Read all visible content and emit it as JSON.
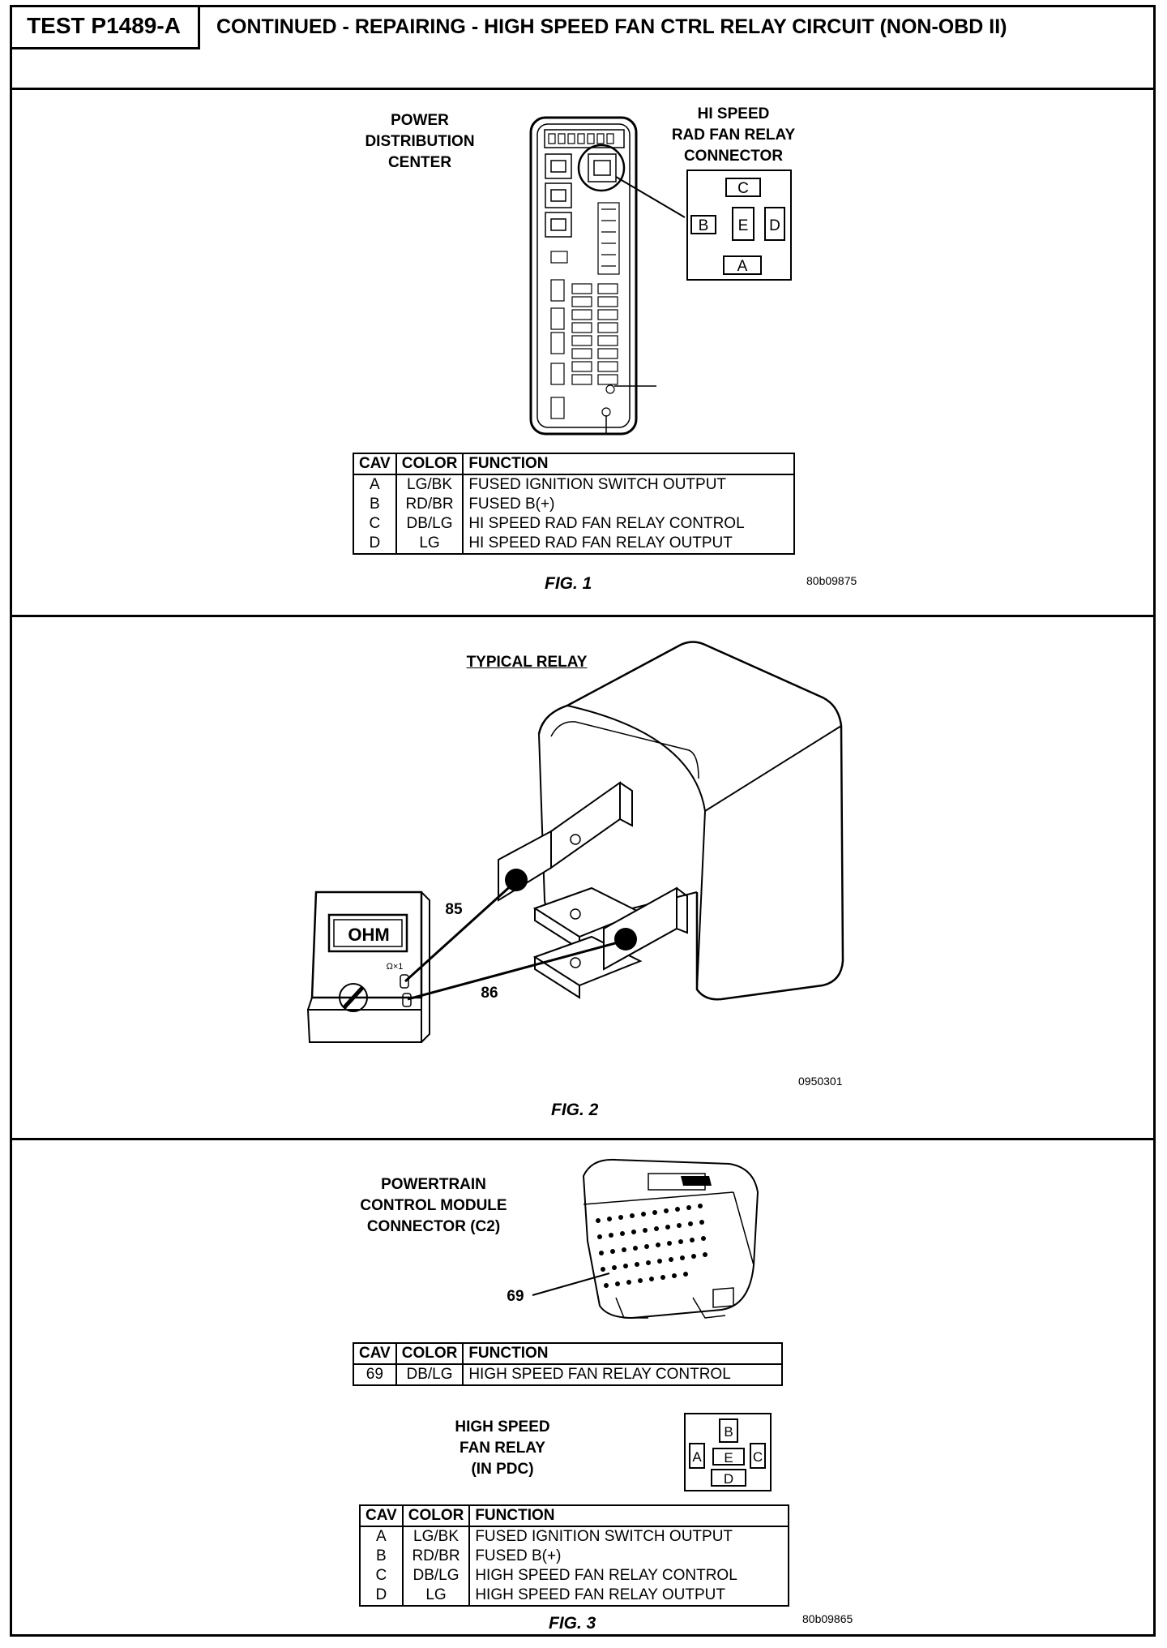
{
  "header": {
    "test_id": "TEST P1489-A",
    "title": "CONTINUED - REPAIRING - HIGH SPEED FAN CTRL RELAY CIRCUIT (NON-OBD II)"
  },
  "fig1": {
    "pdc_label": "POWER\nDISTRIBUTION\nCENTER",
    "relay_connector_label": "HI SPEED\nRAD FAN RELAY\nCONNECTOR",
    "pins": [
      "C",
      "B",
      "E",
      "D",
      "A"
    ],
    "table": {
      "headers": [
        "CAV",
        "COLOR",
        "FUNCTION"
      ],
      "rows": [
        [
          "A",
          "LG/BK",
          "FUSED IGNITION SWITCH OUTPUT"
        ],
        [
          "B",
          "RD/BR",
          "FUSED B(+)"
        ],
        [
          "C",
          "DB/LG",
          "HI SPEED RAD FAN RELAY CONTROL"
        ],
        [
          "D",
          "LG",
          "HI SPEED RAD FAN RELAY OUTPUT"
        ]
      ]
    },
    "caption": "FIG. 1",
    "code": "80b09875"
  },
  "fig2": {
    "title": "TYPICAL RELAY",
    "meter_display": "OHM",
    "meter_range": "Ω×1",
    "terminal_85": "85",
    "terminal_86": "86",
    "caption": "FIG. 2",
    "code": "0950301"
  },
  "fig3": {
    "pcm_label": "POWERTRAIN\nCONTROL MODULE\nCONNECTOR (C2)",
    "pin_callout": "69",
    "pcm_table": {
      "headers": [
        "CAV",
        "COLOR",
        "FUNCTION"
      ],
      "rows": [
        [
          "69",
          "DB/LG",
          "HIGH SPEED FAN RELAY CONTROL"
        ]
      ]
    },
    "relay_label": "HIGH SPEED\nFAN RELAY\n(IN PDC)",
    "pins": [
      "B",
      "A",
      "E",
      "C",
      "D"
    ],
    "relay_table": {
      "headers": [
        "CAV",
        "COLOR",
        "FUNCTION"
      ],
      "rows": [
        [
          "A",
          "LG/BK",
          "FUSED IGNITION SWITCH OUTPUT"
        ],
        [
          "B",
          "RD/BR",
          "FUSED B(+)"
        ],
        [
          "C",
          "DB/LG",
          "HIGH SPEED FAN RELAY CONTROL"
        ],
        [
          "D",
          "LG",
          "HIGH SPEED FAN RELAY OUTPUT"
        ]
      ]
    },
    "caption": "FIG. 3",
    "code": "80b09865"
  }
}
